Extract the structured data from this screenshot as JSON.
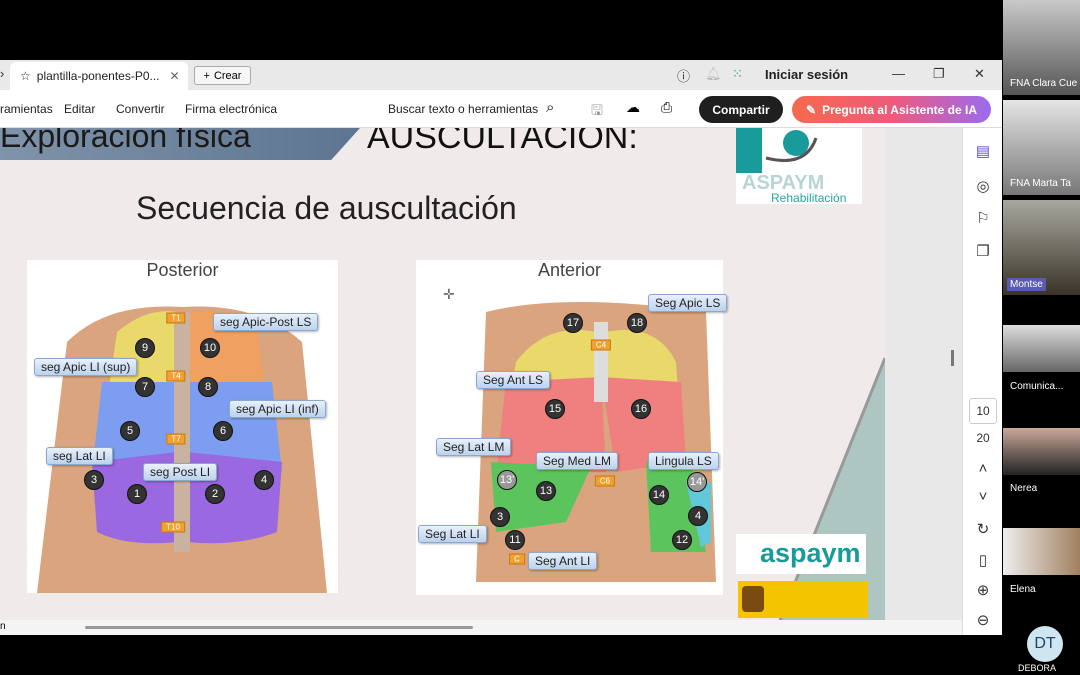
{
  "browser": {
    "tab_title": "plantilla-ponentes-P0...",
    "new_button": "Crear",
    "login": "Iniciar sesión"
  },
  "toolbar": {
    "menu": [
      "ramientas",
      "Editar",
      "Convertir",
      "Firma electrónica"
    ],
    "search": "Buscar texto o herramientas",
    "share": "Compartir",
    "ai": "Pregunta al Asistente de IA"
  },
  "slide": {
    "header_left": "Exploración física",
    "header_right": "AUSCULTACIÓN:",
    "subtitle": "Secuencia de auscultación",
    "logo_top": {
      "name": "ASPAYM",
      "sub": "Rehabilitación"
    },
    "logo_bottom": "aspaym",
    "posterior": {
      "title": "Posterior",
      "labels": [
        "seg Apic-Post LS",
        "seg Apic LI (sup)",
        "seg Apic LI (inf)",
        "seg Lat LI",
        "seg Post LI"
      ],
      "numbers": [
        "9",
        "10",
        "7",
        "8",
        "5",
        "6",
        "3",
        "1",
        "2",
        "4"
      ],
      "tags": [
        "T1",
        "T4",
        "T7",
        "T10"
      ]
    },
    "anterior": {
      "title": "Anterior",
      "labels": [
        "Seg Apic LS",
        "Seg Ant LS",
        "Seg Lat LM",
        "Seg Med LM",
        "Lingula LS",
        "Seg Lat LI",
        "Seg Ant LI"
      ],
      "numbers": [
        "17",
        "18",
        "15",
        "16",
        "13'",
        "13",
        "14",
        "14'",
        "3",
        "4",
        "11",
        "12"
      ],
      "tags": [
        "C4",
        "C6",
        "C"
      ]
    }
  },
  "viewer": {
    "page_current": "10",
    "page_total": "20",
    "status_left": "n"
  },
  "participants": [
    {
      "name": "FNA Clara Cue"
    },
    {
      "name": "FNA Marta Ta"
    },
    {
      "name": "Montse"
    },
    {
      "name": "Comunica..."
    },
    {
      "name": "Nerea"
    },
    {
      "name": "Elena"
    },
    {
      "name": "DEBORA",
      "initials": "DT"
    }
  ]
}
